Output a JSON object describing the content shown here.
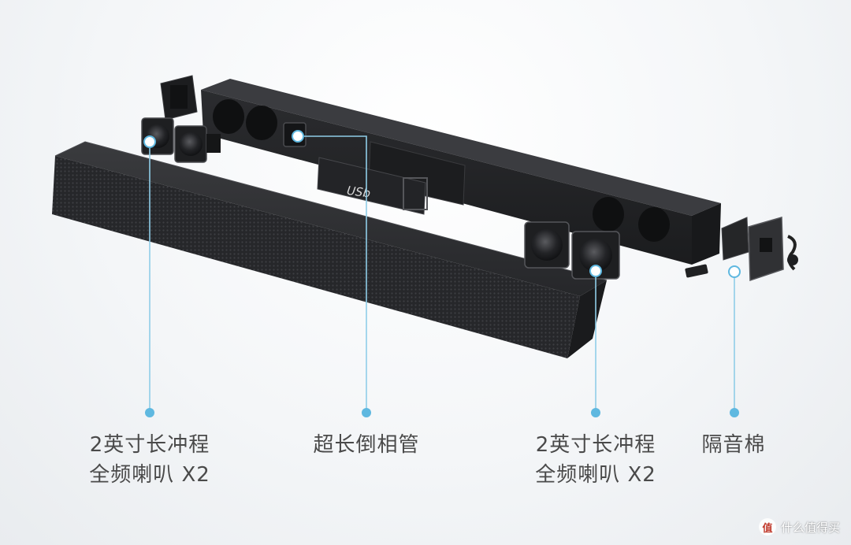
{
  "callouts": [
    {
      "line1": "2英寸长冲程",
      "line2": "全频喇叭 X2"
    },
    {
      "line1": "超长倒相管"
    },
    {
      "line1": "2英寸长冲程",
      "line2": "全频喇叭 X2"
    },
    {
      "line1": "隔音棉"
    }
  ],
  "board_text": "USb",
  "watermark": {
    "text": "什么值得买"
  },
  "colors": {
    "accent": "#5fb8e0",
    "label": "#4a4a4a",
    "product": "#2a2b2d"
  }
}
